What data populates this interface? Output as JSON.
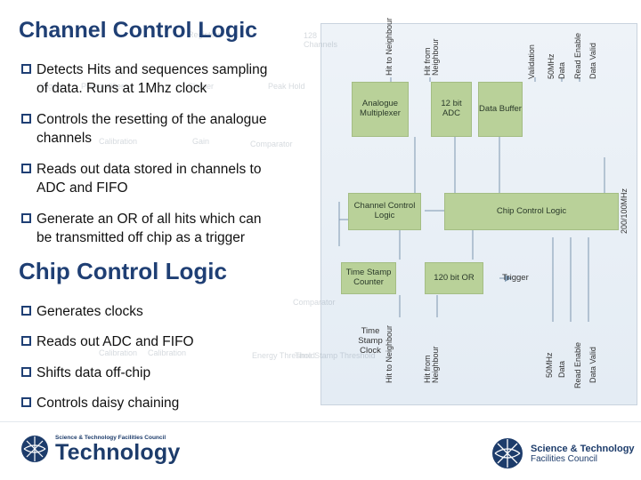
{
  "slide": {
    "title": "Channel Control Logic",
    "channel_bullets": [
      {
        "line1": "Detects Hits and sequences sampling",
        "line2": "of data. Runs at 1Mhz clock"
      },
      {
        "line1": "Controls the resetting of the analogue",
        "line2": "channels"
      },
      {
        "line1": "Reads out data stored in channels to",
        "line2": "ADC and FIFO"
      },
      {
        "line1": "Generate an OR of all hits which can",
        "line2": "be transmitted off chip as a trigger"
      }
    ],
    "section_title": "Chip Control Logic",
    "chip_bullets": [
      "Generates clocks",
      "Reads out ADC and FIFO",
      "Shifts data off-chip",
      "Controls daisy chaining"
    ]
  },
  "diagram": {
    "top_labels": {
      "hit_to_neighbour": "Hit to Neighbour",
      "hit_from_neighbour": "Hit from Neighbour",
      "validation": "Validation",
      "clk50": "50MHz",
      "data": "Data",
      "read_enable": "Read Enable",
      "data_valid": "Data Valid"
    },
    "blocks": {
      "analogue_mux": "Analogue Multiplexer",
      "adc": "12 bit ADC",
      "data_buffer": "Data Buffer",
      "channel_control": "Channel Control Logic",
      "chip_control": "Chip Control Logic",
      "timestamp_counter": "Time Stamp Counter",
      "or_120": "120 bit OR"
    },
    "side_label_right": "200/100MHz",
    "trigger_label": "Trigger",
    "timestamp_clock": "Time Stamp Clock",
    "bottom_labels": {
      "hit_to_neighbour": "Hit to Neighbour",
      "hit_from_neighbour": "Hit from Neighbour",
      "clk50": "50MHz",
      "data": "Data",
      "read_enable": "Read Enable",
      "data_valid": "Data Valid"
    },
    "background_labels": {
      "registers": "Registers",
      "channels": "128 Channels",
      "preamplifier": "Preamplifier",
      "shaper": "Shaper",
      "peak_hold": "Peak Hold",
      "signal": "Signal",
      "gain": "Gain",
      "calibration": "Calibration",
      "comparator": "Comparator",
      "comparator2": "Comparator",
      "energy_threshold": "Energy Threshold",
      "timestamp_threshold": "Time Stamp Threshold",
      "calibration2": "Calibration",
      "calibration3": "Calibration"
    }
  },
  "footer": {
    "left_small": "Science & Technology Facilities Council",
    "left_big": "Technology",
    "right_line1": "Science & Technology",
    "right_line2": "Facilities Council"
  },
  "colors": {
    "title": "#1f3f74",
    "block_fill": "#b9d199",
    "panel_bg": "#e7eef5"
  }
}
